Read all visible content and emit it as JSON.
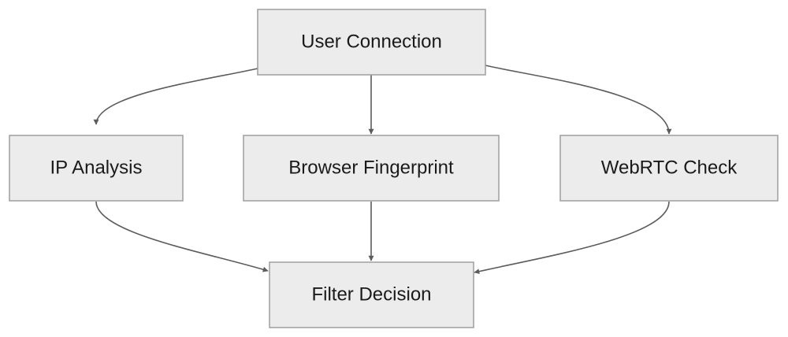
{
  "diagram": {
    "type": "flowchart",
    "direction": "top-to-bottom",
    "colors": {
      "node_fill": "#ececec",
      "node_border": "#9e9e9e",
      "edge": "#5c5c5c",
      "text": "#1a1a1a"
    },
    "nodes": {
      "user_connection": {
        "label": "User Connection"
      },
      "ip_analysis": {
        "label": "IP Analysis"
      },
      "browser_fingerprint": {
        "label": "Browser Fingerprint"
      },
      "webrtc_check": {
        "label": "WebRTC Check"
      },
      "filter_decision": {
        "label": "Filter Decision"
      }
    },
    "edges": [
      {
        "from": "User Connection",
        "to": "IP Analysis"
      },
      {
        "from": "User Connection",
        "to": "Browser Fingerprint"
      },
      {
        "from": "User Connection",
        "to": "WebRTC Check"
      },
      {
        "from": "IP Analysis",
        "to": "Filter Decision"
      },
      {
        "from": "Browser Fingerprint",
        "to": "Filter Decision"
      },
      {
        "from": "WebRTC Check",
        "to": "Filter Decision"
      }
    ]
  }
}
